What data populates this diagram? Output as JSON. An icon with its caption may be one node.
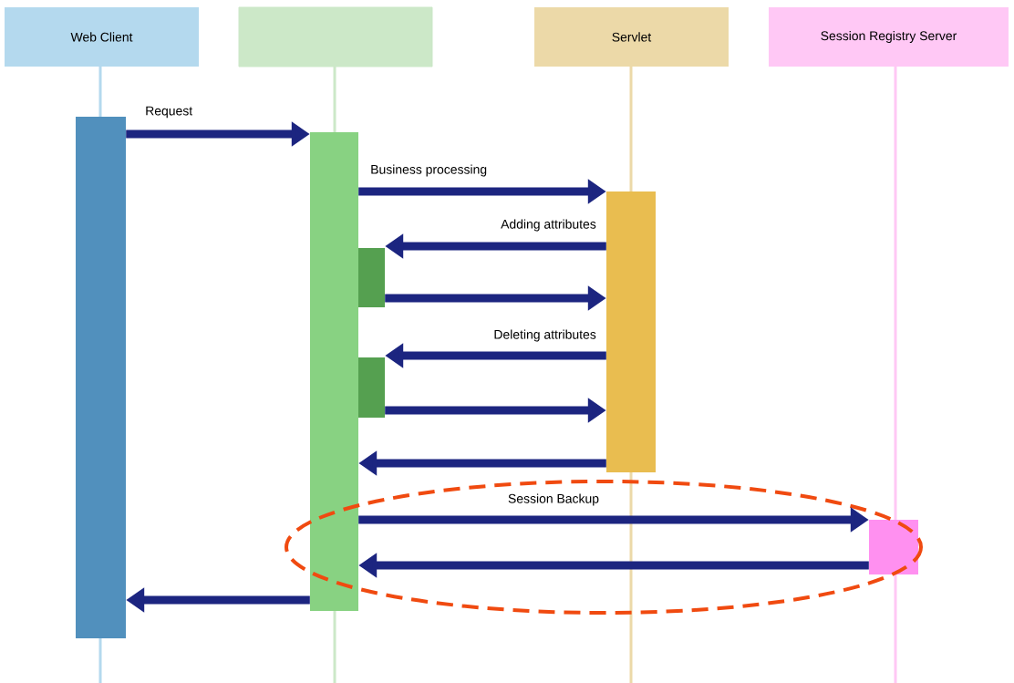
{
  "diagram": {
    "nodes": [
      {
        "text": [
          "Web Client"
        ]
      },
      {
        "text": [],
        "shape": "box"
      },
      {
        "text": [
          "Servlet"
        ]
      },
      {
        "text": [
          "Session Registry Server"
        ]
      },
      {
        "text": [],
        "shape": "bar"
      },
      {
        "text": [],
        "shape": "bar"
      },
      {
        "text": [],
        "shape": "bar"
      },
      {
        "text": [],
        "shape": "bar"
      },
      {
        "text": [],
        "shape": "bar"
      },
      {
        "text": [],
        "shape": "bar"
      }
    ],
    "edges": [
      {
        "from": 4,
        "to": 5,
        "arrow": "to",
        "label": "Request"
      },
      {
        "from": 5,
        "to": 6,
        "arrow": "to",
        "label": "Business processing"
      },
      {
        "from": 6,
        "to": 7,
        "arrow": "to",
        "label": "Adding attributes"
      },
      {
        "from": 7,
        "to": 6,
        "arrow": "to"
      },
      {
        "from": 6,
        "to": 8,
        "arrow": "to",
        "label": "Deleting attributes"
      },
      {
        "from": 8,
        "to": 6,
        "arrow": "to"
      },
      {
        "from": 6,
        "to": 5,
        "arrow": "to"
      },
      {
        "from": 5,
        "to": 9,
        "arrow": "to",
        "label": "Session Backup"
      },
      {
        "from": 9,
        "to": 5,
        "arrow": "to"
      },
      {
        "from": 5,
        "to": 4,
        "arrow": "to"
      }
    ]
  }
}
